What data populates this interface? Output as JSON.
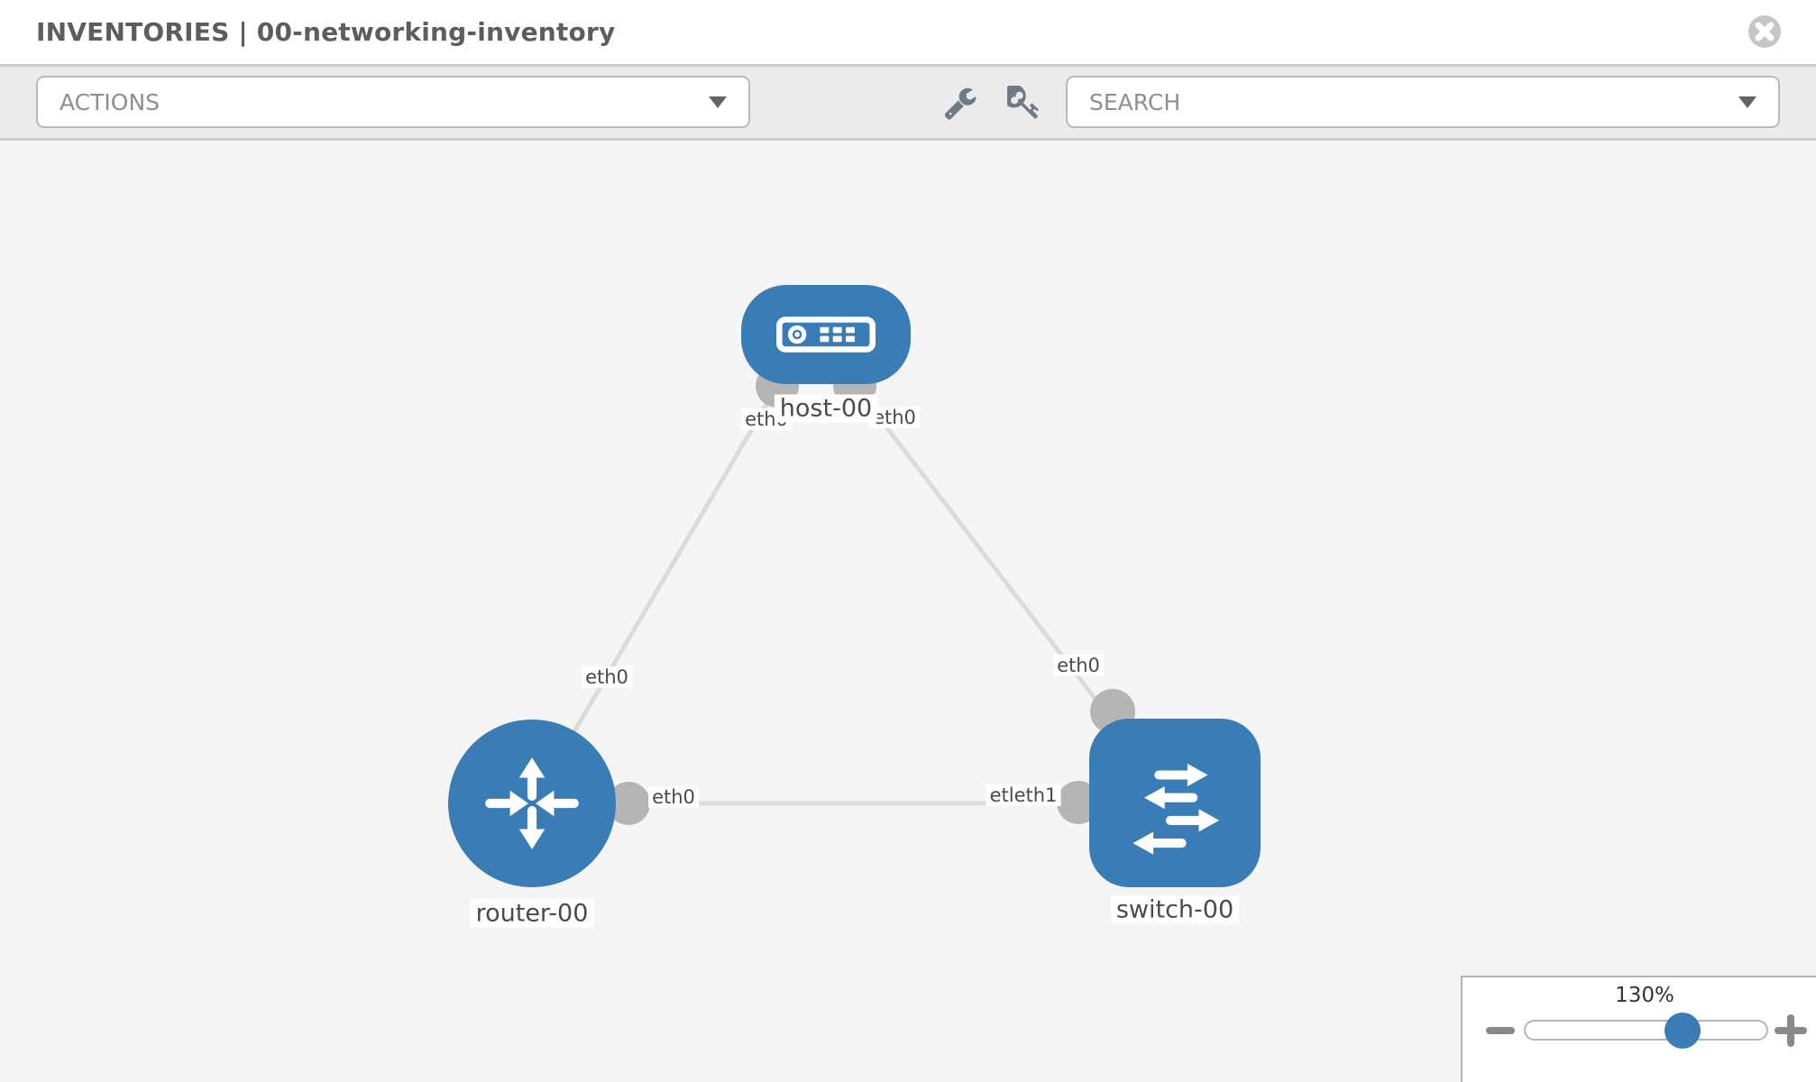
{
  "header": {
    "title": "INVENTORIES | 00-networking-inventory"
  },
  "toolbar": {
    "actions_label": "ACTIONS",
    "search_placeholder": "SEARCH"
  },
  "topology": {
    "nodes": [
      {
        "id": "host-00",
        "label": "host-00",
        "type": "host"
      },
      {
        "id": "router-00",
        "label": "router-00",
        "type": "router"
      },
      {
        "id": "switch-00",
        "label": "switch-00",
        "type": "switch"
      }
    ],
    "interfaces": {
      "host_router_host": "eth0",
      "host_router_router": "eth0",
      "host_switch_host": "eth0",
      "host_switch_switch": "eth0",
      "router_switch_router": "eth0",
      "router_switch_switch": "etleth1"
    },
    "links": [
      {
        "from": "host-00",
        "to": "router-00"
      },
      {
        "from": "host-00",
        "to": "switch-00"
      },
      {
        "from": "router-00",
        "to": "switch-00"
      }
    ]
  },
  "zoom_control": {
    "level": "130%"
  },
  "colors": {
    "node_blue": "#3a7cb5",
    "port_gray": "#b5b5b5",
    "link_gray": "#dbdbdb",
    "toolbar_bg": "#ebebeb",
    "canvas_bg": "#f5f5f6"
  }
}
